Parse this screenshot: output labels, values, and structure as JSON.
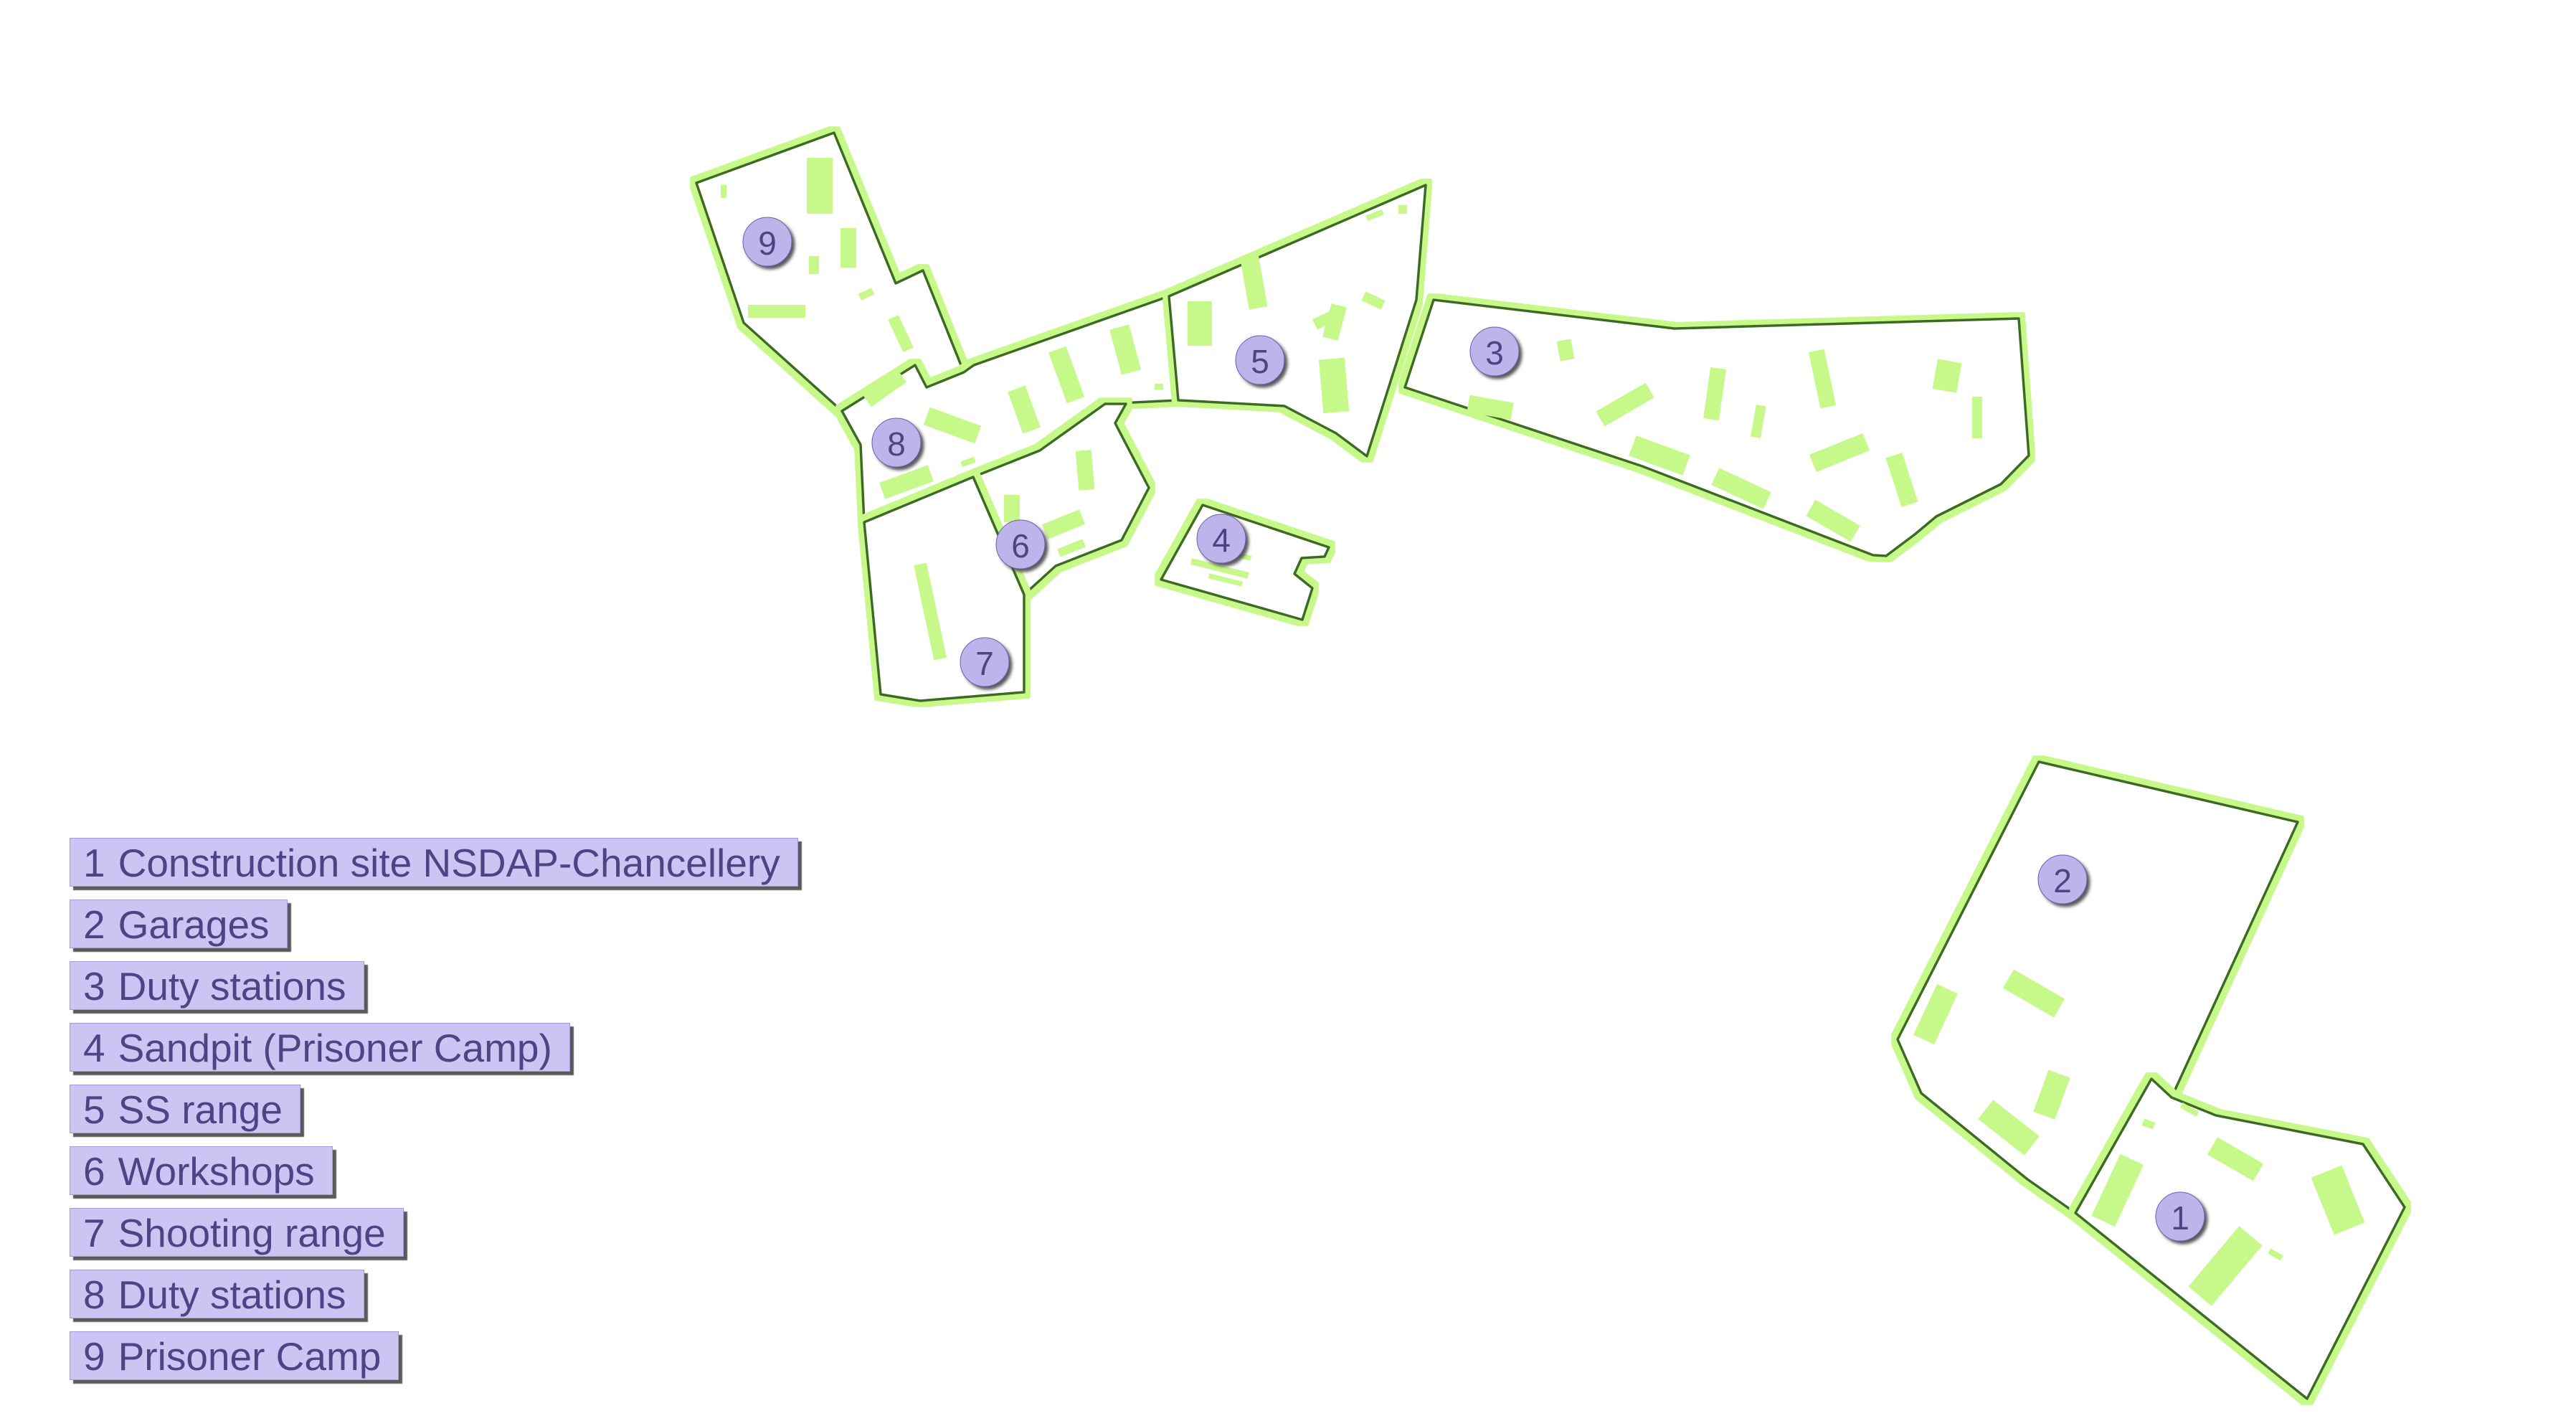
{
  "map": {
    "markers": [
      "1",
      "2",
      "3",
      "4",
      "5",
      "6",
      "7",
      "8",
      "9"
    ],
    "colors": {
      "zone_outline": "#3d6a22",
      "zone_glow": "#c6f88a",
      "building": "#c6f88a",
      "marker_fill": "#bdb4ec",
      "marker_text": "#4e4384",
      "legend_bg": "#cdc4f3"
    }
  },
  "legend": [
    {
      "number": "1",
      "label": "Construction site NSDAP-Chancellery"
    },
    {
      "number": "2",
      "label": "Garages"
    },
    {
      "number": "3",
      "label": "Duty stations"
    },
    {
      "number": "4",
      "label": "Sandpit (Prisoner Camp)"
    },
    {
      "number": "5",
      "label": "SS range"
    },
    {
      "number": "6",
      "label": "Workshops"
    },
    {
      "number": "7",
      "label": "Shooting range"
    },
    {
      "number": "8",
      "label": "Duty stations"
    },
    {
      "number": "9",
      "label": "Prisoner Camp"
    }
  ]
}
